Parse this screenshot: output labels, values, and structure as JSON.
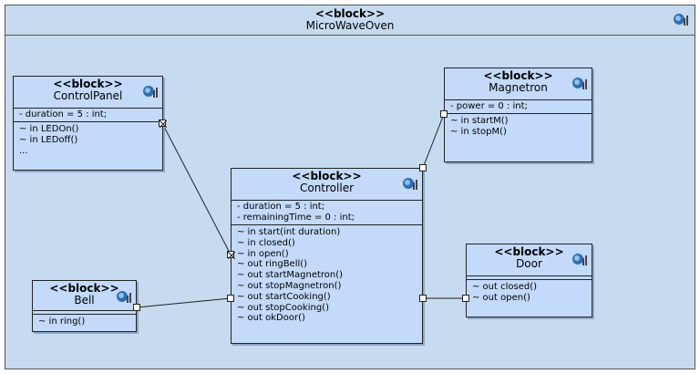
{
  "frame": {
    "stereotype": "<<block>>",
    "name": "MicroWaveOven"
  },
  "blocks": {
    "control_panel": {
      "stereotype": "<<block>>",
      "name": "ControlPanel",
      "attributes": [
        "- duration = 5 : int;"
      ],
      "operations": [
        "~ in LEDOn()",
        "~ in LEDoff()",
        "..."
      ]
    },
    "magnetron": {
      "stereotype": "<<block>>",
      "name": "Magnetron",
      "attributes": [
        "- power = 0 : int;"
      ],
      "operations": [
        "~ in startM()",
        "~ in stopM()"
      ]
    },
    "controller": {
      "stereotype": "<<block>>",
      "name": "Controller",
      "attributes": [
        "- duration = 5 : int;",
        "- remainingTime = 0 : int;"
      ],
      "operations": [
        "~ in start(int duration)",
        "~ in closed()",
        "~ in open()",
        "~ out ringBell()",
        "~ out startMagnetron()",
        "~ out stopMagnetron()",
        "~ out startCooking()",
        "~ out stopCooking()",
        "~ out okDoor()"
      ]
    },
    "door": {
      "stereotype": "<<block>>",
      "name": "Door",
      "operations": [
        "~ out closed()",
        "~ out open()"
      ]
    },
    "bell": {
      "stereotype": "<<block>>",
      "name": "Bell",
      "operations": [
        "~ in ring()"
      ]
    }
  },
  "icons": {
    "block": "block-icon",
    "port": "port-icon",
    "flow_port": "flow-port-icon"
  }
}
